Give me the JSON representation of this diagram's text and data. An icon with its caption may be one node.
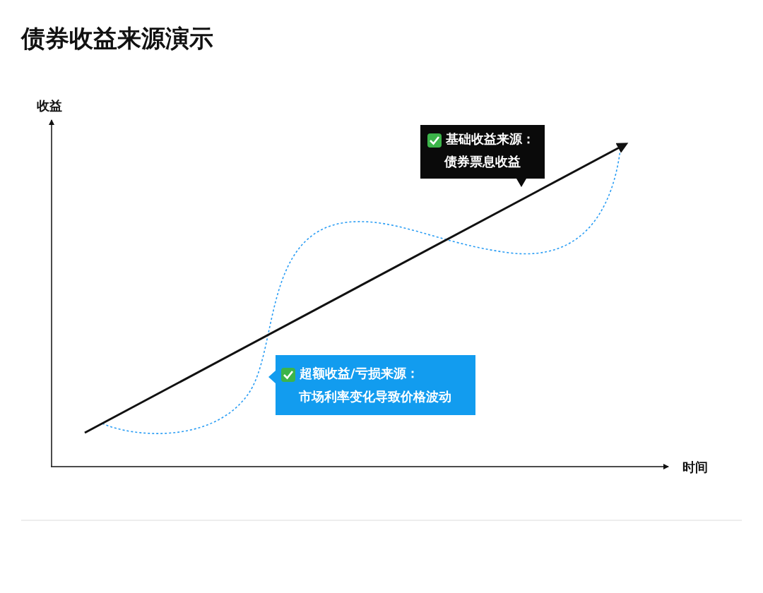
{
  "diagram": {
    "title": "债券收益来源演示",
    "nodes": [
      {
        "text": [
          "基础收益来源：",
          "债券票息收益"
        ]
      },
      {
        "text": [
          "超额收益/亏损来源：",
          "市场利率变化导致价格波动"
        ]
      }
    ],
    "labels": [
      "收益",
      "时间"
    ]
  }
}
